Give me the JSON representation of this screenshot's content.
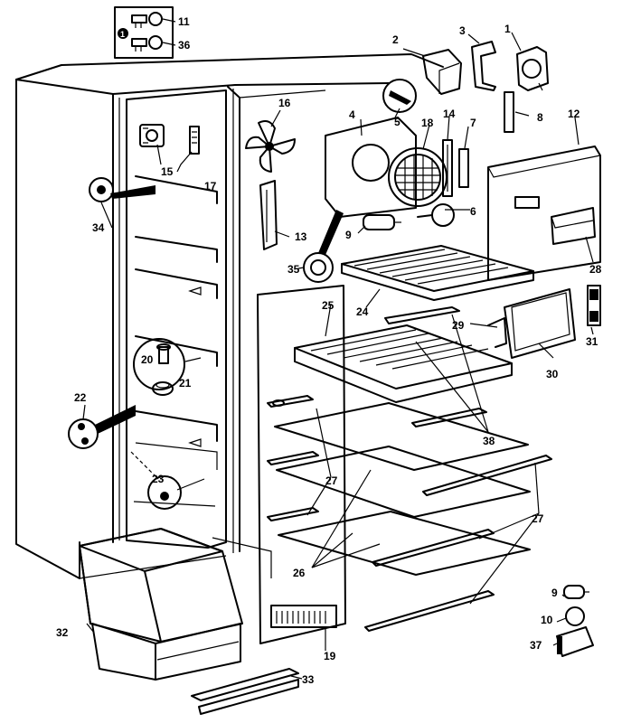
{
  "callouts": {
    "c1": "1",
    "c2": "2",
    "c3": "3",
    "c4": "4",
    "c5": "5",
    "c6": "6",
    "c7": "7",
    "c8": "8",
    "c9a": "9",
    "c9b": "9",
    "c10": "10",
    "c11": "11",
    "c12": "12",
    "c13": "13",
    "c14": "14",
    "c15": "15",
    "c16": "16",
    "c17": "17",
    "c18": "18",
    "c19": "19",
    "c20": "20",
    "c21": "21",
    "c22": "22",
    "c23": "23",
    "c24": "24",
    "c25": "25",
    "c26": "26",
    "c27a": "27",
    "c27b": "27",
    "c27c": "27",
    "c28": "28",
    "c29": "29",
    "c30": "30",
    "c31": "31",
    "c32": "32",
    "c33": "33",
    "c34": "34",
    "c35": "35",
    "c36": "36",
    "c37": "37",
    "c38": "38"
  },
  "inset_marker": "1"
}
